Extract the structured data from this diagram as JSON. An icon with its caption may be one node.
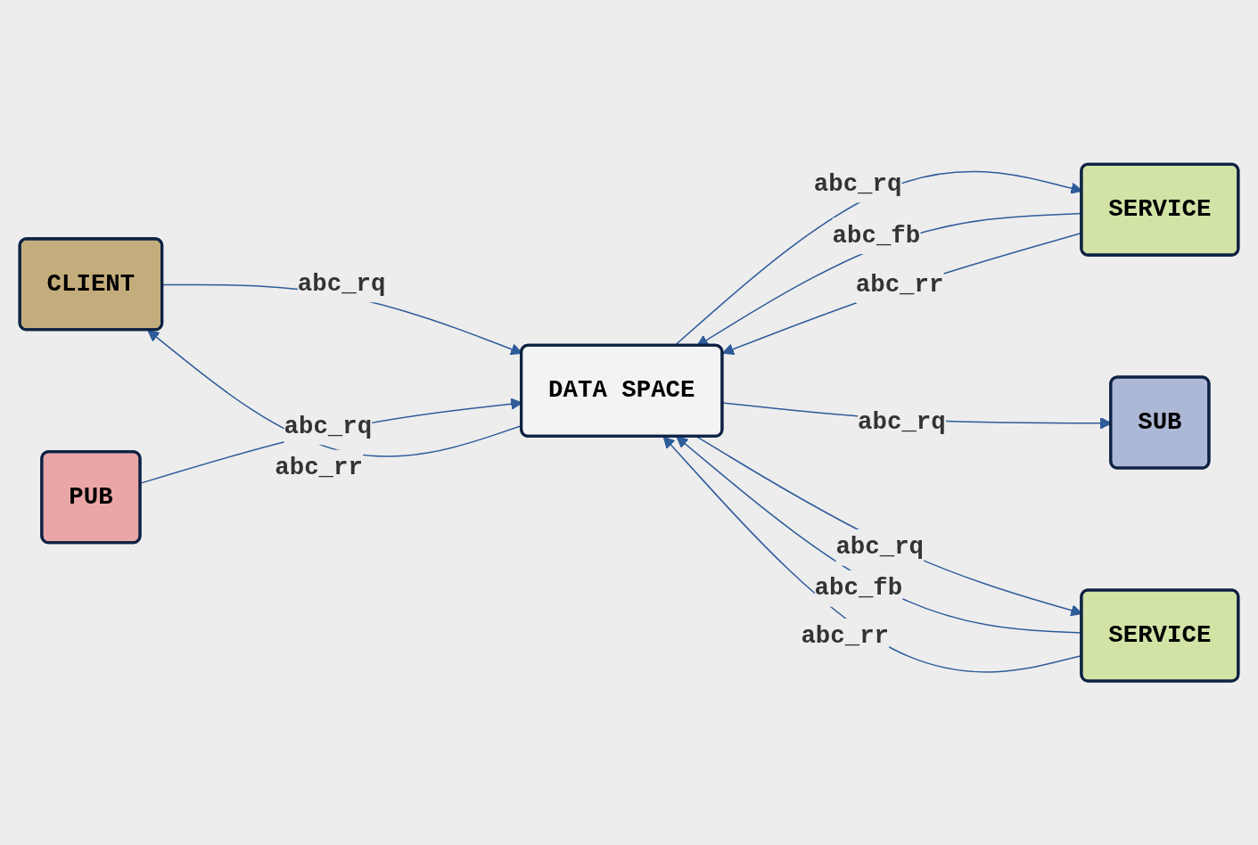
{
  "diagram": {
    "nodes": [
      {
        "text": [
          "CLIENT"
        ]
      },
      {
        "text": [
          "PUB"
        ]
      },
      {
        "text": [
          "DATA SPACE"
        ]
      },
      {
        "text": [
          "SERVICE"
        ]
      },
      {
        "text": [
          "SUB"
        ]
      },
      {
        "text": [
          "SERVICE"
        ]
      }
    ],
    "edges": [
      {
        "from": 0,
        "to": 2,
        "arrow": "to",
        "label": "abc_rq"
      },
      {
        "from": 2,
        "to": 0,
        "arrow": "to",
        "label": "abc_rr"
      },
      {
        "from": 1,
        "to": 2,
        "arrow": "to",
        "label": "abc_rq"
      },
      {
        "from": 2,
        "to": 3,
        "arrow": "to",
        "label": "abc_rq"
      },
      {
        "from": 3,
        "to": 2,
        "arrow": "to",
        "label": "abc_fb"
      },
      {
        "from": 3,
        "to": 2,
        "arrow": "to",
        "label": "abc_rr"
      },
      {
        "from": 2,
        "to": 4,
        "arrow": "to",
        "label": "abc_rq"
      },
      {
        "from": 2,
        "to": 5,
        "arrow": "to",
        "label": "abc_rq"
      },
      {
        "from": 5,
        "to": 2,
        "arrow": "to",
        "label": "abc_fb"
      },
      {
        "from": 5,
        "to": 2,
        "arrow": "to",
        "label": "abc_rr"
      }
    ]
  }
}
